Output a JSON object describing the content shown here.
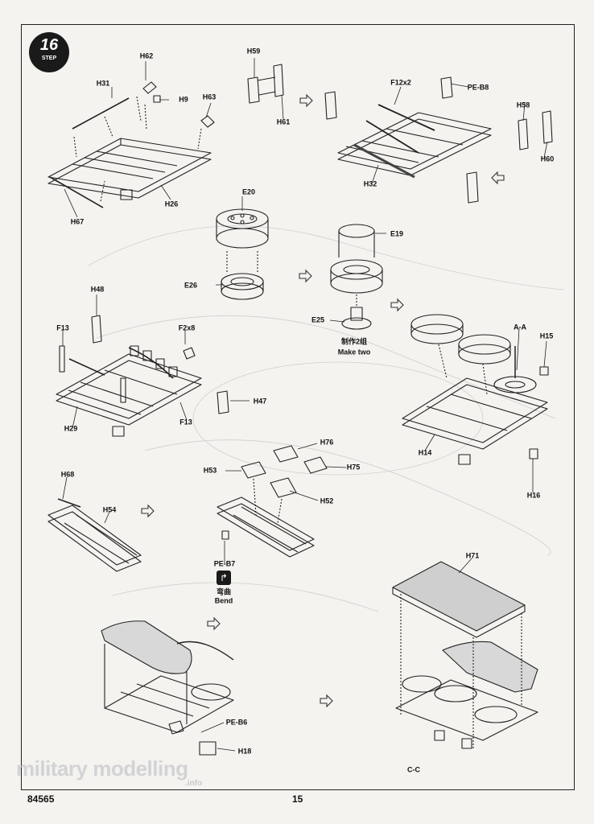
{
  "step": {
    "number": "16",
    "word": "STEP"
  },
  "labels": {
    "H62": "H62",
    "H31": "H31",
    "H9": "H9",
    "H63": "H63",
    "H26": "H26",
    "H67": "H67",
    "H59": "H59",
    "H61": "H61",
    "F12x2": "F12x2",
    "PE_B8": "PE-B8",
    "H58": "H58",
    "H60": "H60",
    "H32": "H32",
    "E20": "E20",
    "E26": "E26",
    "E19": "E19",
    "E25": "E25",
    "H48": "H48",
    "F13a": "F13",
    "F2x8": "F2x8",
    "H29": "H29",
    "F13b": "F13",
    "H47": "H47",
    "AA": "A-A",
    "H15": "H15",
    "H14": "H14",
    "H16": "H16",
    "H76": "H76",
    "H53": "H53",
    "H75": "H75",
    "H52": "H52",
    "H68": "H68",
    "H54": "H54",
    "PE_B7": "PE-B7",
    "PE_B6": "PE-B6",
    "H18": "H18",
    "H71": "H71",
    "CC": "C-C"
  },
  "notes": {
    "make_two_cn": "制作2组",
    "make_two_en": "Make two",
    "bend_cn": "弯曲",
    "bend_en": "Bend"
  },
  "footer": {
    "kit_number": "84565",
    "page_number": "15"
  },
  "watermark": {
    "main": "military modelling",
    "sub": ".info"
  }
}
